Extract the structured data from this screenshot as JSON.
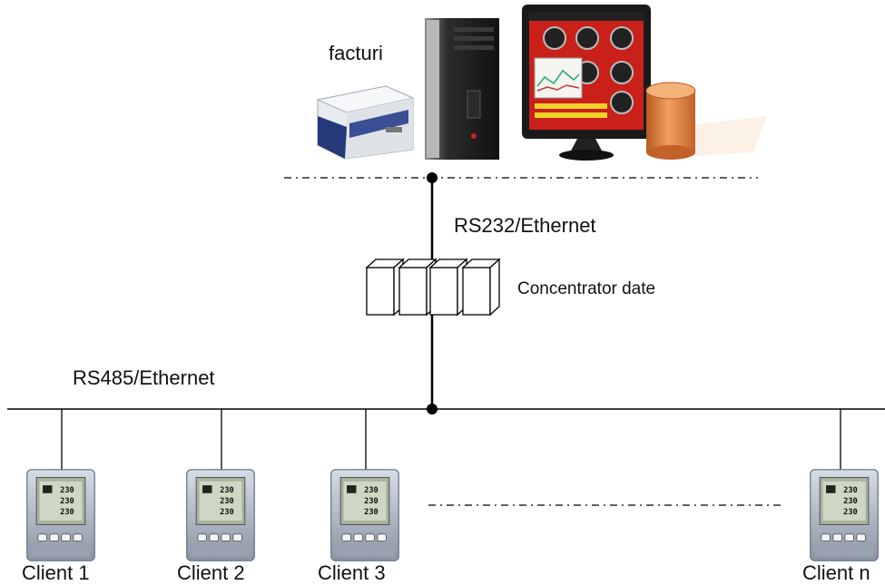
{
  "diagram": {
    "top_label": "facturi",
    "upper_bus_label": "RS232/Ethernet",
    "concentrator_label": "Concentrator date",
    "lower_bus_label": "RS485/Ethernet",
    "clients": [
      "Client 1",
      "Client 2",
      "Client 3",
      "Client n"
    ],
    "devices": {
      "printer": "printer-icon",
      "server": "server-tower-icon",
      "monitor": "scada-monitor-icon",
      "database": "database-cylinder-icon",
      "meter": "power-meter-icon"
    },
    "colors": {
      "line": "#000000",
      "database": "#d9793a",
      "monitor_accent": "#c9201a"
    }
  }
}
